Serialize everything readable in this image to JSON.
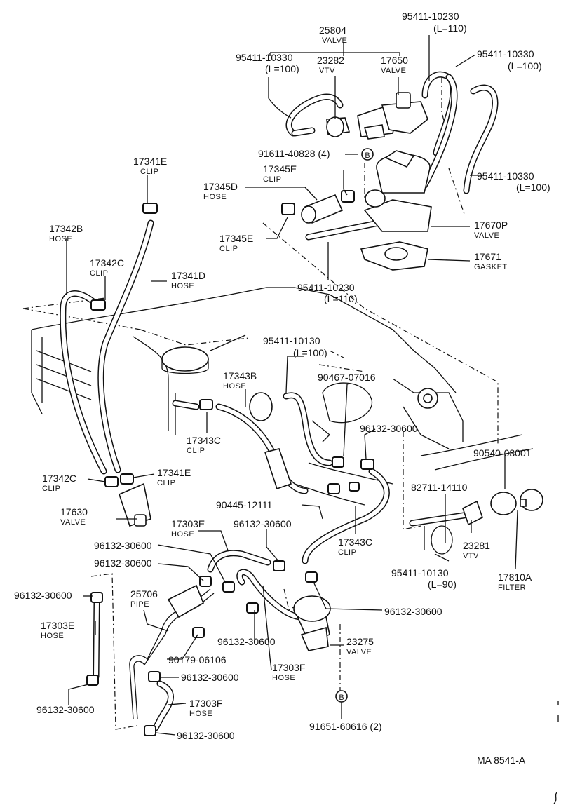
{
  "labels": {
    "l25804": {
      "number": "25804",
      "name": "VALVE"
    },
    "l95411_10230_top": {
      "number": "95411-10230",
      "name": "(L=110)"
    },
    "l95411_10330_a": {
      "number": "95411-10330",
      "name": "(L=100)"
    },
    "l23282": {
      "number": "23282",
      "name": "VTV"
    },
    "l17650": {
      "number": "17650",
      "name": "VALVE"
    },
    "l95411_10330_b": {
      "number": "95411-10330",
      "name": "(L=100)"
    },
    "l91611": {
      "number": "91611-40828 (4)",
      "name": ""
    },
    "l17341E_top": {
      "number": "17341E",
      "name": "CLIP"
    },
    "l17345E_top": {
      "number": "17345E",
      "name": "CLIP"
    },
    "l17345D": {
      "number": "17345D",
      "name": "HOSE"
    },
    "l95411_10330_c": {
      "number": "95411-10330",
      "name": "(L=100)"
    },
    "l17342B": {
      "number": "17342B",
      "name": "HOSE"
    },
    "l17670P": {
      "number": "17670P",
      "name": "VALVE"
    },
    "l17345E_bot": {
      "number": "17345E",
      "name": "CLIP"
    },
    "l17342C_top": {
      "number": "17342C",
      "name": "CLIP"
    },
    "l17671": {
      "number": "17671",
      "name": "GASKET"
    },
    "l17341D": {
      "number": "17341D",
      "name": "HOSE"
    },
    "l95411_10230_mid": {
      "number": "95411-10230",
      "name": "(L=110)"
    },
    "l95411_10130_a": {
      "number": "95411-10130",
      "name": "(L=100)"
    },
    "l17343B": {
      "number": "17343B",
      "name": "HOSE"
    },
    "l90467": {
      "number": "90467-07016",
      "name": ""
    },
    "l96132_a": {
      "number": "96132-30600",
      "name": ""
    },
    "l17343C_a": {
      "number": "17343C",
      "name": "CLIP"
    },
    "l90540": {
      "number": "90540-03001",
      "name": ""
    },
    "l17342C_bot": {
      "number": "17342C",
      "name": "CLIP"
    },
    "l17341E_bot": {
      "number": "17341E",
      "name": "CLIP"
    },
    "l82711": {
      "number": "82711-14110",
      "name": ""
    },
    "l17630": {
      "number": "17630",
      "name": "VALVE"
    },
    "l90445": {
      "number": "90445-12111",
      "name": ""
    },
    "l17303E_a": {
      "number": "17303E",
      "name": "HOSE"
    },
    "l96132_b": {
      "number": "96132-30600",
      "name": ""
    },
    "l17343C_b": {
      "number": "17343C",
      "name": "CLIP"
    },
    "l23281": {
      "number": "23281",
      "name": "VTV"
    },
    "l96132_c": {
      "number": "96132-30600",
      "name": ""
    },
    "l96132_d": {
      "number": "96132-30600",
      "name": ""
    },
    "l17810A": {
      "number": "17810A",
      "name": "FILTER"
    },
    "l95411_10130_b": {
      "number": "95411-10130",
      "name": "(L=90)"
    },
    "l96132_e": {
      "number": "96132-30600",
      "name": ""
    },
    "l25706": {
      "number": "25706",
      "name": "PIPE"
    },
    "l96132_f": {
      "number": "96132-30600",
      "name": ""
    },
    "l17303E_b": {
      "number": "17303E",
      "name": "HOSE"
    },
    "l96132_g": {
      "number": "96132-30600",
      "name": ""
    },
    "l23275": {
      "number": "23275",
      "name": "VALVE"
    },
    "l90179": {
      "number": "90179-06106",
      "name": ""
    },
    "l17303F_a": {
      "number": "17303F",
      "name": "HOSE"
    },
    "l96132_h": {
      "number": "96132-30600",
      "name": ""
    },
    "l96132_i": {
      "number": "96132-30600",
      "name": ""
    },
    "l17303F_b": {
      "number": "17303F",
      "name": "HOSE"
    },
    "l91651": {
      "number": "91651-60616 (2)",
      "name": ""
    },
    "l96132_j": {
      "number": "96132-30600",
      "name": ""
    }
  },
  "markers": {
    "b_top": "B",
    "b_bottom": "B"
  },
  "footer": {
    "code": "MA  8541-A"
  }
}
